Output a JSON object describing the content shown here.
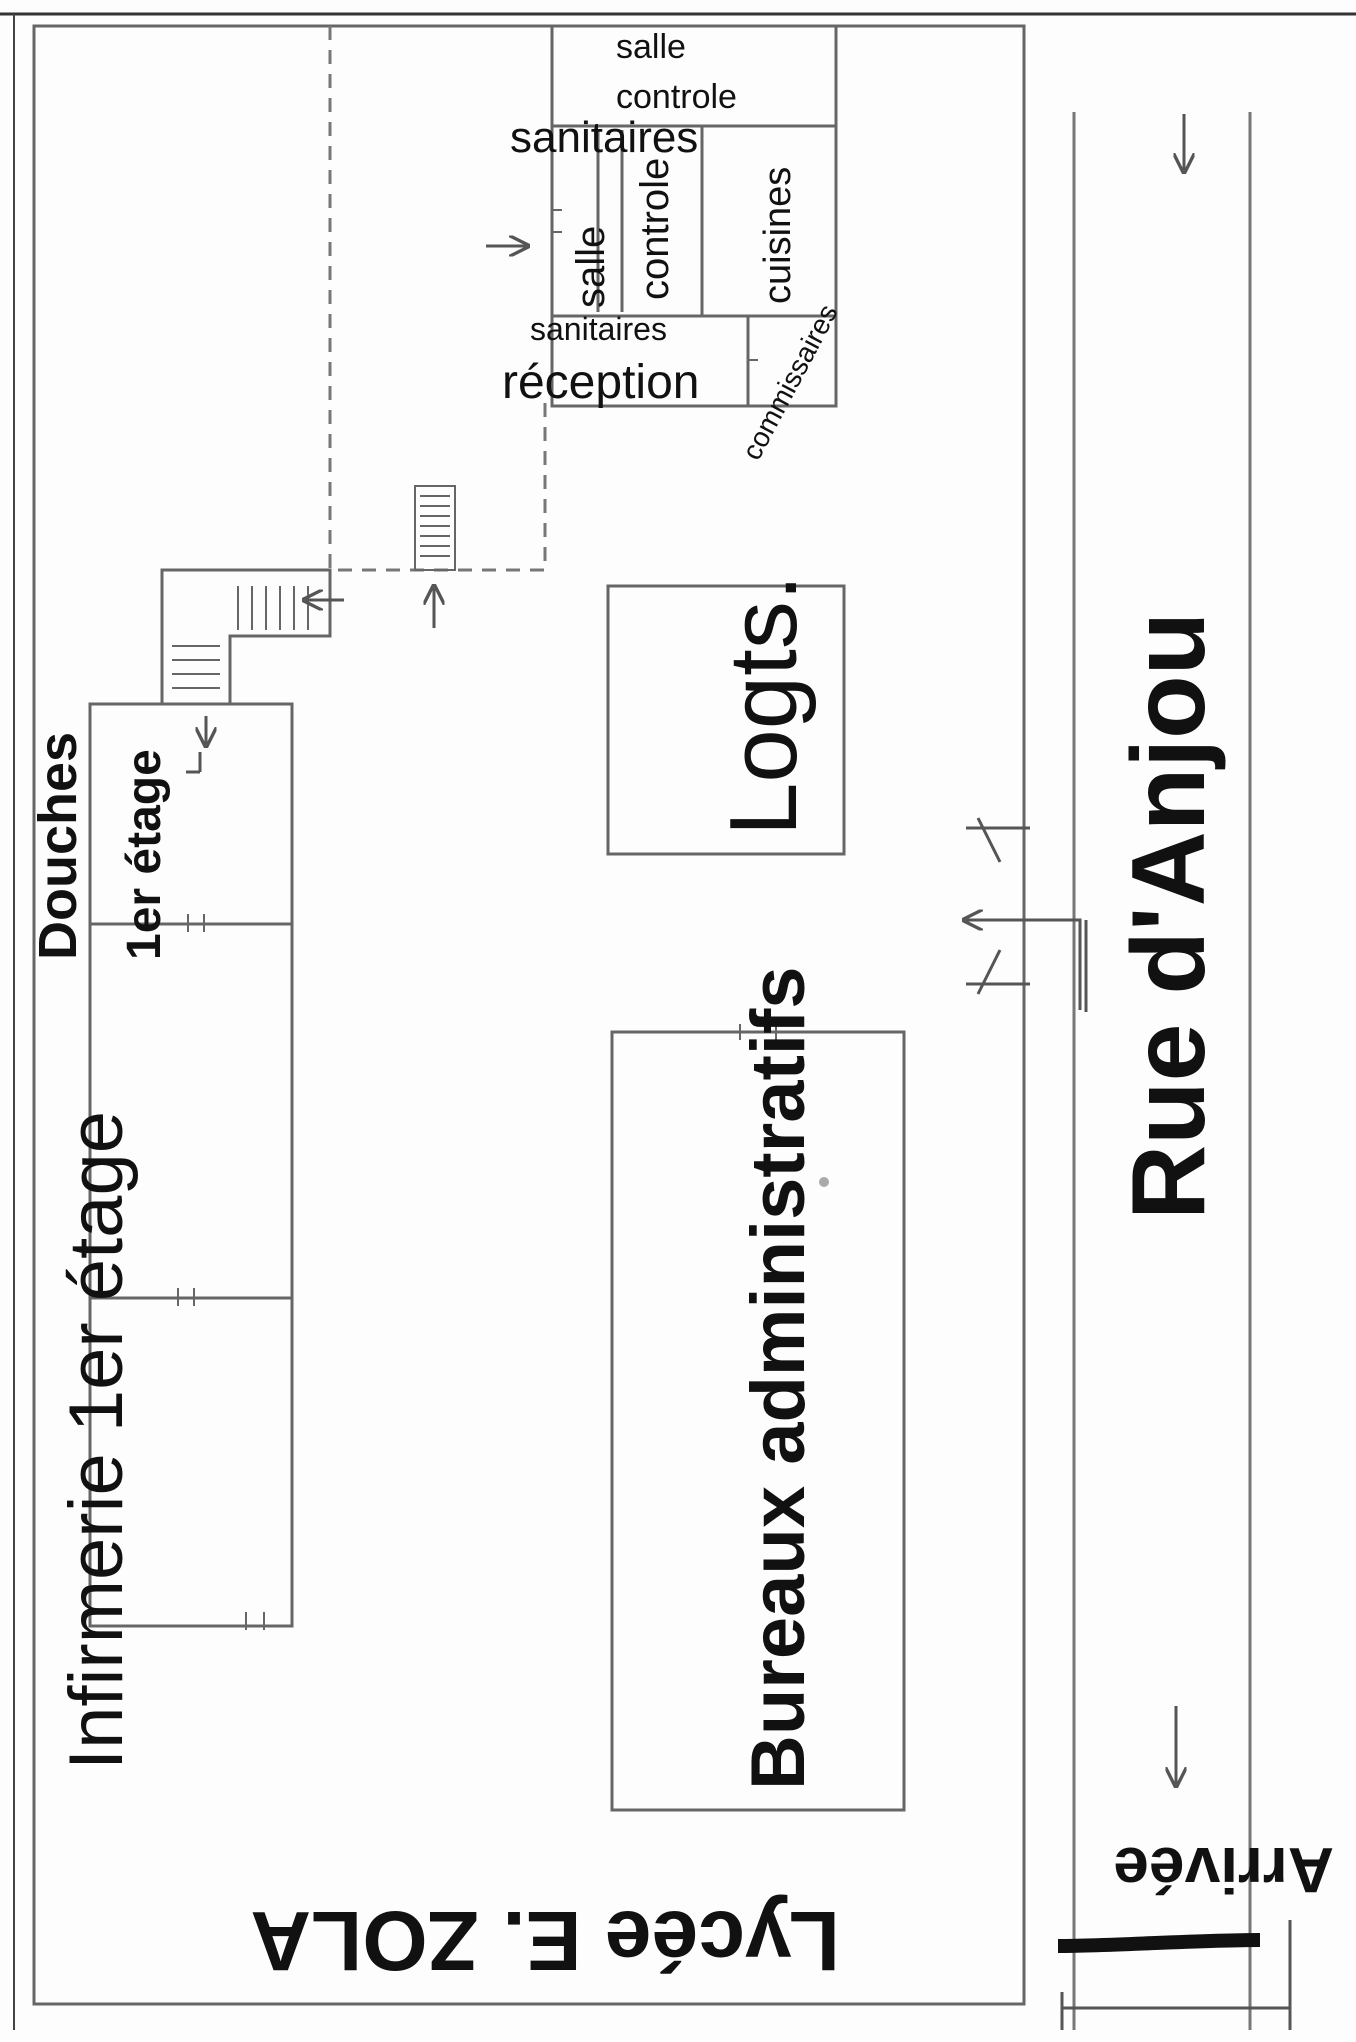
{
  "labels": {
    "salle_controle_top": [
      "salle",
      "controle"
    ],
    "sanitaires_top": "sanitaires",
    "salle": "salle",
    "controle": "controle",
    "cuisines": "cuisines",
    "sanitaires_bottom": "sanitaires",
    "reception": "réception",
    "commissaires": "commissaires",
    "douches": "Douches",
    "premier_etage_a": "1er étage",
    "logts": "Logts.",
    "bureaux": "Bureaux administratifs",
    "infirmerie": "Infirmerie 1er étage",
    "lycee": "Lycée E. ZOLA",
    "rue": "Rue d'Anjou",
    "arrivee": "Arrivée"
  }
}
